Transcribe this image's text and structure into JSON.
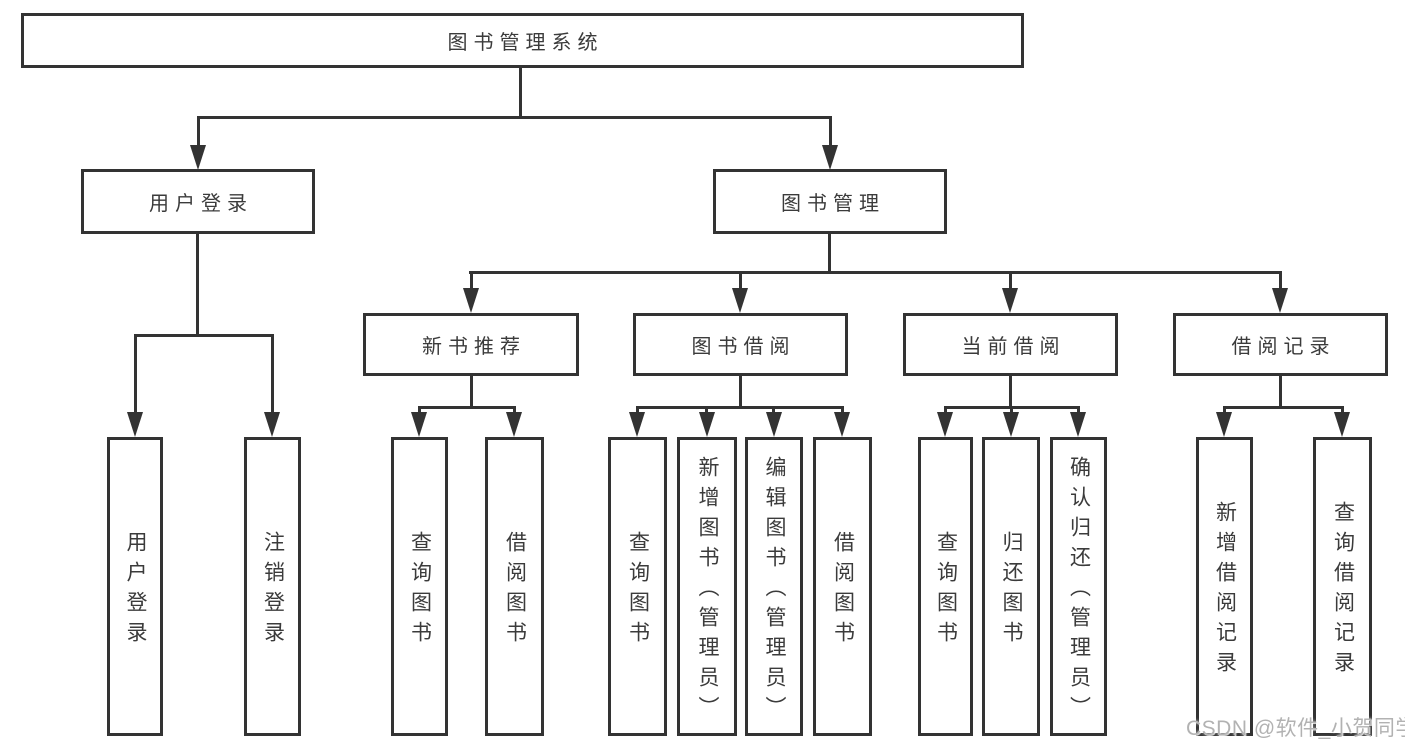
{
  "page": {
    "background": "#ffffff"
  },
  "styles": {
    "line_color": "#333333",
    "text_color": "#3b3b3b",
    "box_fill": "#ffffff",
    "watermark_color": "#b2b2b2"
  },
  "tree": {
    "root": {
      "label": "图书管理系统",
      "children": [
        {
          "label": "用户登录",
          "children": [
            {
              "label": "用户登录"
            },
            {
              "label": "注销登录"
            }
          ]
        },
        {
          "label": "图书管理",
          "children": [
            {
              "label": "新书推荐",
              "children": [
                {
                  "label": "查询图书"
                },
                {
                  "label": "借阅图书"
                }
              ]
            },
            {
              "label": "图书借阅",
              "children": [
                {
                  "label": "查询图书"
                },
                {
                  "label": "新增图书（管理员）"
                },
                {
                  "label": "编辑图书（管理员）"
                },
                {
                  "label": "借阅图书"
                }
              ]
            },
            {
              "label": "当前借阅",
              "children": [
                {
                  "label": "查询图书"
                },
                {
                  "label": "归还图书"
                },
                {
                  "label": "确认归还（管理员）"
                }
              ]
            },
            {
              "label": "借阅记录",
              "children": [
                {
                  "label": "新增借阅记录"
                },
                {
                  "label": "查询借阅记录"
                }
              ]
            }
          ]
        }
      ]
    }
  },
  "watermark": {
    "text": "CSDN @软件_小贺同学"
  }
}
